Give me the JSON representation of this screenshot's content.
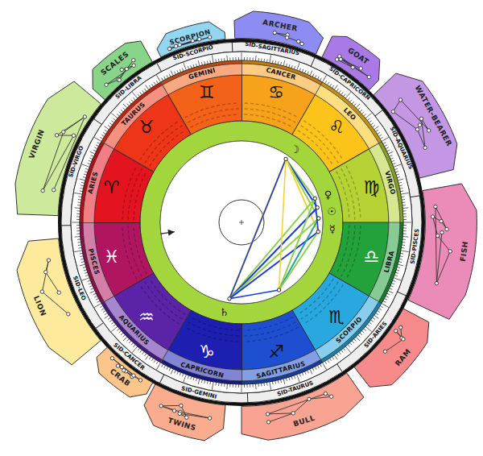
{
  "diagram": {
    "nodes": [
      {
        "text": [
          "ARCHER"
        ]
      },
      {
        "text": [
          "GOAT"
        ]
      },
      {
        "text": [
          "WATER-BEARER"
        ]
      },
      {
        "text": [
          "FISH"
        ]
      },
      {
        "text": [
          "RAM"
        ]
      },
      {
        "text": [
          "BULL"
        ]
      },
      {
        "text": [
          "TWINS"
        ]
      },
      {
        "text": [
          "CRAB"
        ]
      },
      {
        "text": [
          "LION"
        ]
      },
      {
        "text": [
          "VIRGIN"
        ]
      },
      {
        "text": [
          "SCALES"
        ]
      },
      {
        "text": [
          "SCORPION"
        ]
      },
      {
        "text": [
          "CANCER",
          "♋"
        ]
      },
      {
        "text": [
          "LEO",
          "♌"
        ]
      },
      {
        "text": [
          "VIRGO",
          "♍"
        ]
      },
      {
        "text": [
          "LIBRA",
          "♎"
        ]
      },
      {
        "text": [
          "SCORPIO",
          "♏"
        ]
      },
      {
        "text": [
          "SAGITTARIUS",
          "♐"
        ]
      },
      {
        "text": [
          "CAPRICORN",
          "♑"
        ]
      },
      {
        "text": [
          "AQUARIUS",
          "♒"
        ]
      },
      {
        "text": [
          "PISCES",
          "♓"
        ]
      },
      {
        "text": [
          "ARIES",
          "♈"
        ]
      },
      {
        "text": [
          "TAURUS",
          "♉"
        ]
      },
      {
        "text": [
          "GEMINI",
          "♊"
        ]
      }
    ],
    "labels": [
      "SID-SAGITTARIUS",
      "SID-CAPRICORN",
      "SID-AQUARIUS",
      "SID-PISCES",
      "SID-ARIES",
      "SID-TAURUS",
      "SID-GEMINI",
      "SID-CANCER",
      "SID-LEO",
      "SID-VIRGO",
      "SID-LIBRA",
      "SID-SCORPIO",
      "☽",
      "♀",
      "☉",
      "☿",
      "♄"
    ]
  }
}
